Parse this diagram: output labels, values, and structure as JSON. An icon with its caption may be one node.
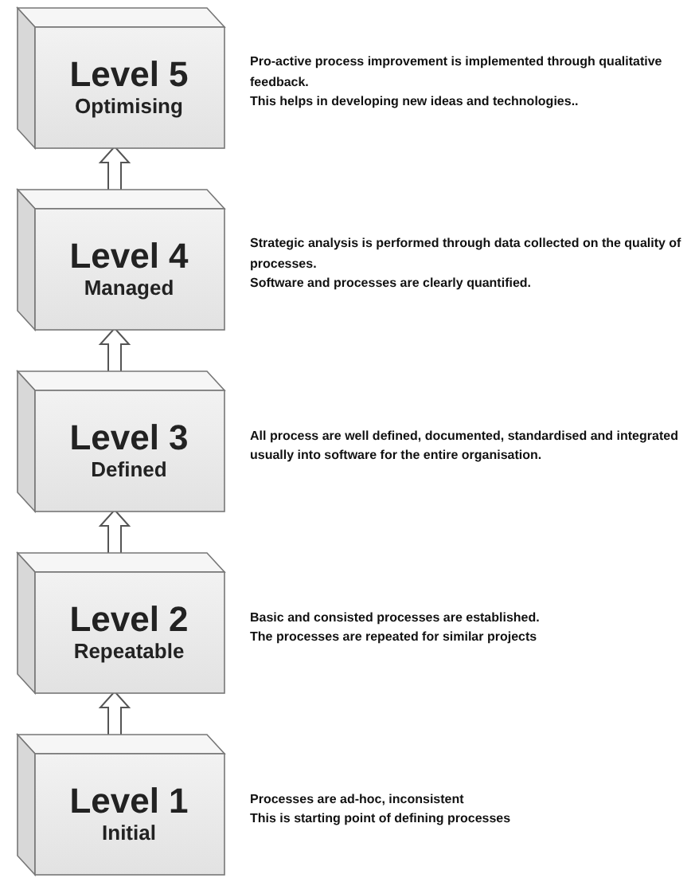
{
  "diagram": {
    "nodes": [
      {
        "text": [
          "Level 5",
          "Optimising"
        ],
        "beside": [
          "Pro-active process improvement is implemented through qualitative feedback.",
          "This helps in developing new ideas and technologies.."
        ]
      },
      {
        "text": [
          "Level 4",
          "Managed"
        ],
        "beside": [
          "Strategic analysis is performed through data collected on the quality of processes.",
          "Software and processes are clearly quantified."
        ]
      },
      {
        "text": [
          "Level 3",
          "Defined"
        ],
        "beside": [
          "All process are well defined, documented, standardised and integrated usually into software for the entire organisation."
        ]
      },
      {
        "text": [
          "Level 2",
          "Repeatable"
        ],
        "beside": [
          "Basic and consisted processes are established.",
          "The processes are repeated for similar projects"
        ]
      },
      {
        "text": [
          "Level 1",
          "Initial"
        ],
        "beside": [
          "Processes are ad-hoc, inconsistent",
          "This is starting point of defining processes"
        ]
      }
    ],
    "edges": [
      {
        "from": 1,
        "to": 0,
        "arrow": "to"
      },
      {
        "from": 2,
        "to": 1,
        "arrow": "to"
      },
      {
        "from": 3,
        "to": 2,
        "arrow": "to"
      },
      {
        "from": 4,
        "to": 3,
        "arrow": "to"
      }
    ]
  }
}
